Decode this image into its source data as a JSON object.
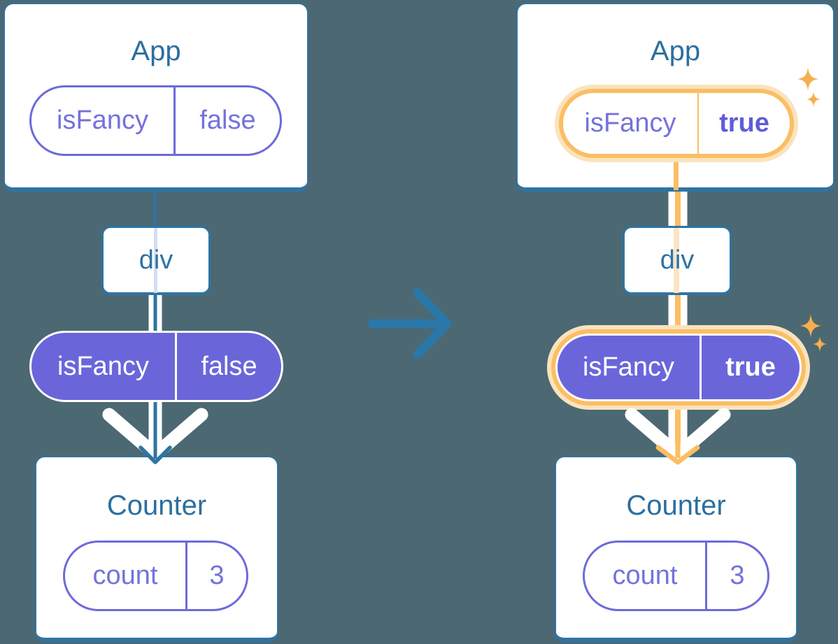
{
  "diagram": {
    "left_tree": {
      "app_title": "App",
      "app_prop": {
        "key": "isFancy",
        "value": "false"
      },
      "div_label": "div",
      "passed_prop": {
        "key": "isFancy",
        "value": "false"
      },
      "counter_title": "Counter",
      "counter_state": {
        "key": "count",
        "value": "3"
      }
    },
    "right_tree": {
      "app_title": "App",
      "app_prop": {
        "key": "isFancy",
        "value": "true"
      },
      "div_label": "div",
      "passed_prop": {
        "key": "isFancy",
        "value": "true"
      },
      "counter_title": "Counter",
      "counter_state": {
        "key": "count",
        "value": "3"
      }
    },
    "icons": {
      "transition_arrow": "right-arrow",
      "sparkles": "four-point-stars"
    },
    "colors": {
      "background": "#4B6873",
      "line_blue": "#2E74A3",
      "transition_arrow_blue": "#2B77A8",
      "purple_border": "#6D6ADB",
      "purple_fill": "#6A66DA",
      "highlight_orange": "#FBBE63",
      "highlight_halo": "#FAE3BD",
      "sparkle_orange": "#F6AE4E",
      "pale_lavender_line": "#D5DDF3",
      "pale_orange_line": "#FBE5C4"
    }
  }
}
